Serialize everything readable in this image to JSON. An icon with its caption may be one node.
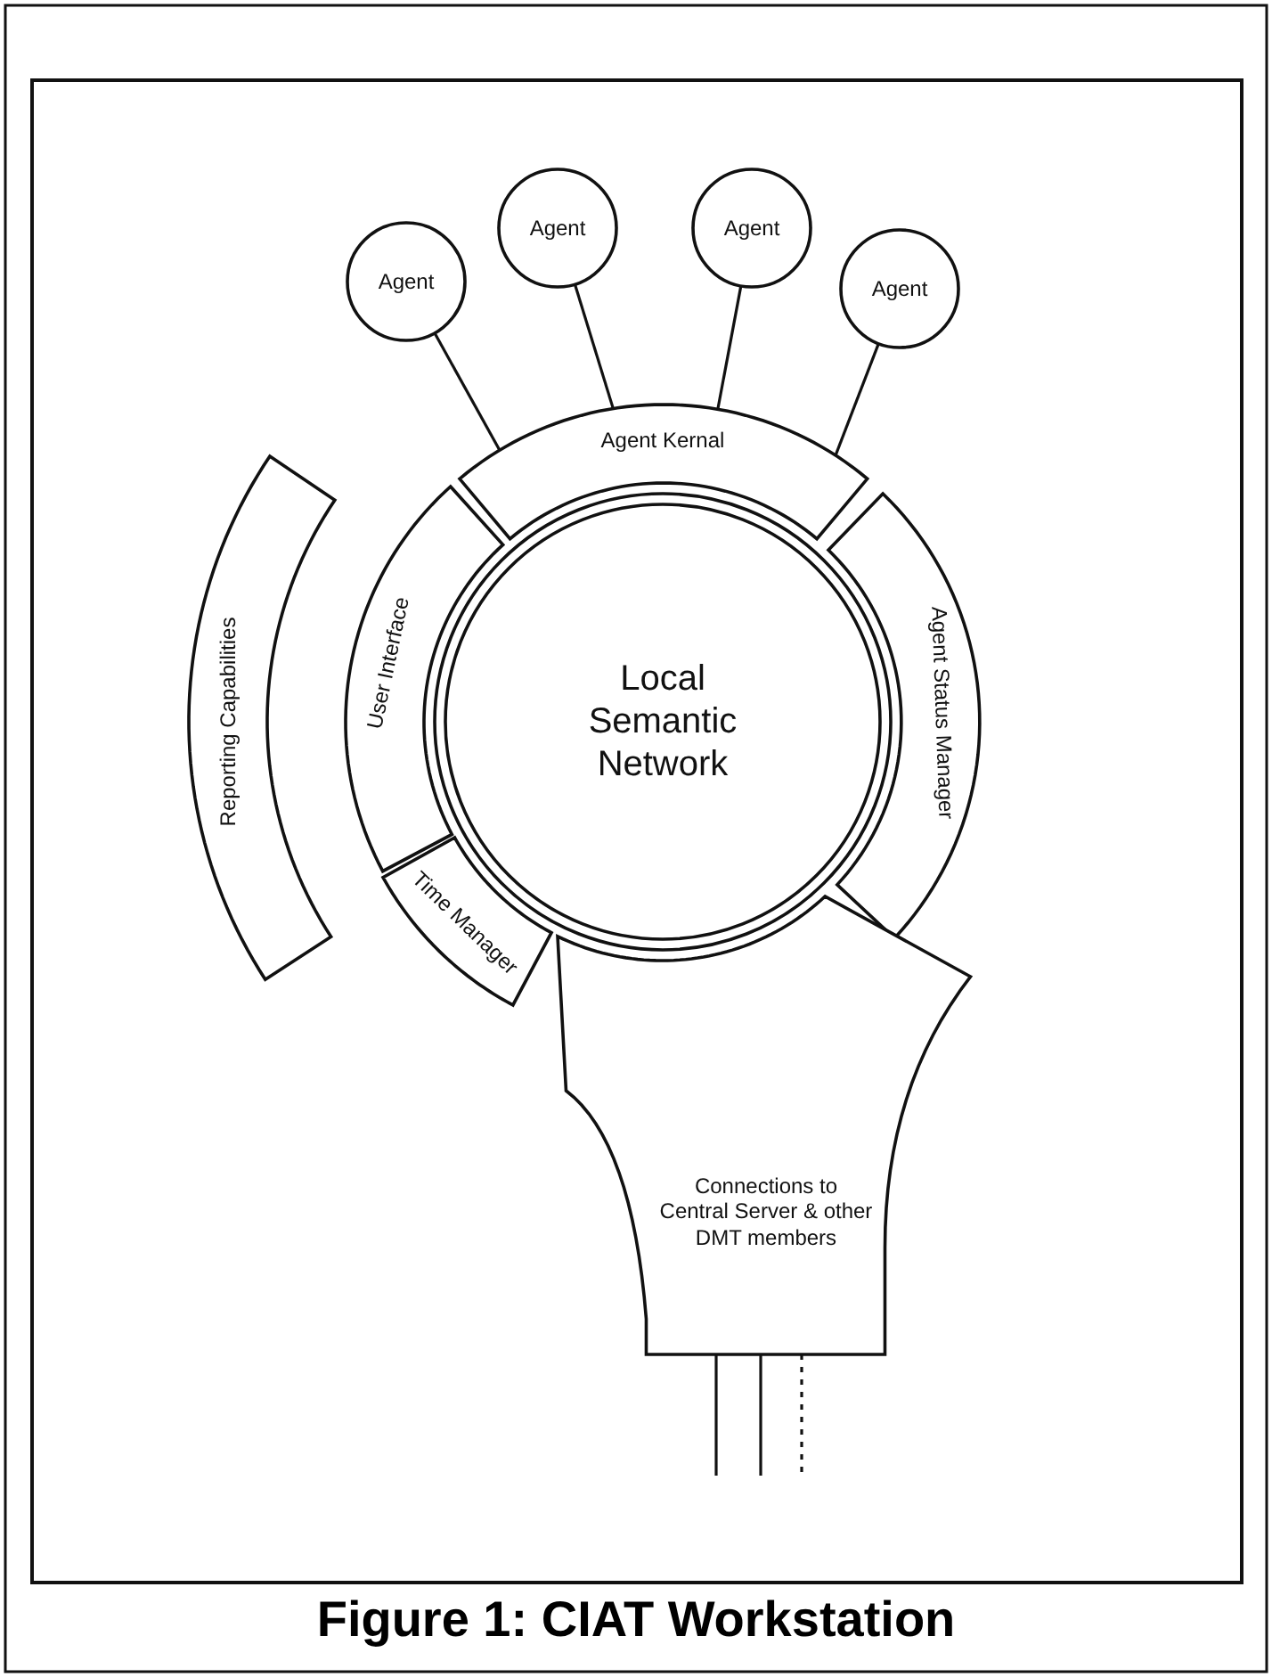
{
  "diagram": {
    "caption": "Figure 1: CIAT Workstation",
    "nodes": [
      {
        "text": [
          "Agent"
        ]
      },
      {
        "text": [
          "Agent"
        ]
      },
      {
        "text": [
          "Agent"
        ]
      },
      {
        "text": [
          "Agent"
        ]
      },
      {
        "text": [
          "Agent Kernal"
        ]
      },
      {
        "text": [
          "Reporting Capabilities"
        ]
      },
      {
        "text": [
          "User Interface"
        ]
      },
      {
        "text": [
          "Local Semantic Network"
        ]
      },
      {
        "text": [
          "Agent Status Manager"
        ]
      },
      {
        "text": [
          "Time Manager"
        ]
      },
      {
        "text": [
          "Connections to Central Server & other DMT members"
        ]
      }
    ],
    "edges": [
      {
        "from": 0,
        "to": 4,
        "arrow": "none"
      },
      {
        "from": 1,
        "to": 4,
        "arrow": "none"
      },
      {
        "from": 2,
        "to": 4,
        "arrow": "none"
      },
      {
        "from": 3,
        "to": 4,
        "arrow": "none"
      },
      {
        "from": 10,
        "to": null,
        "arrow": "none"
      },
      {
        "from": 10,
        "to": null,
        "arrow": "none"
      },
      {
        "from": 10,
        "to": null,
        "arrow": "none",
        "style": "dashed"
      }
    ]
  }
}
